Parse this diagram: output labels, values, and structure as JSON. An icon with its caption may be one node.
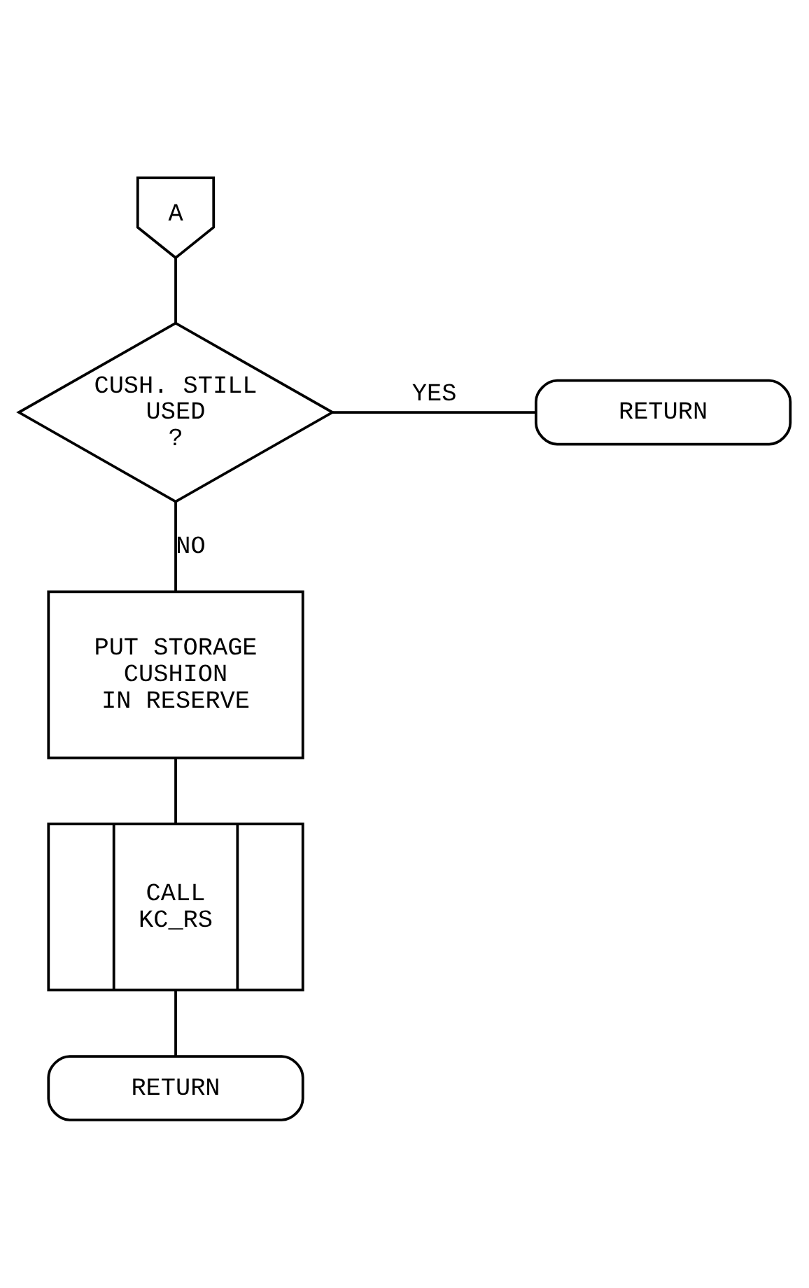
{
  "diagram": {
    "nodes": [
      {
        "text": [
          "A"
        ]
      },
      {
        "text": [
          "CUSH. STILL USED ?"
        ]
      },
      {
        "text": [
          "RETURN"
        ]
      },
      {
        "text": [
          "PUT STORAGE CUSHION IN RESERVE"
        ]
      },
      {
        "text": [
          "CALL KC_RS"
        ]
      },
      {
        "text": [
          "RETURN"
        ]
      }
    ],
    "edges": [
      {
        "from": 0,
        "to": 1,
        "arrow": "none"
      },
      {
        "from": 1,
        "to": 2,
        "arrow": "none",
        "label": "YES"
      },
      {
        "from": 1,
        "to": 3,
        "arrow": "none",
        "label": "NO"
      },
      {
        "from": 3,
        "to": 4,
        "arrow": "none"
      },
      {
        "from": 4,
        "to": 5,
        "arrow": "none"
      }
    ]
  }
}
